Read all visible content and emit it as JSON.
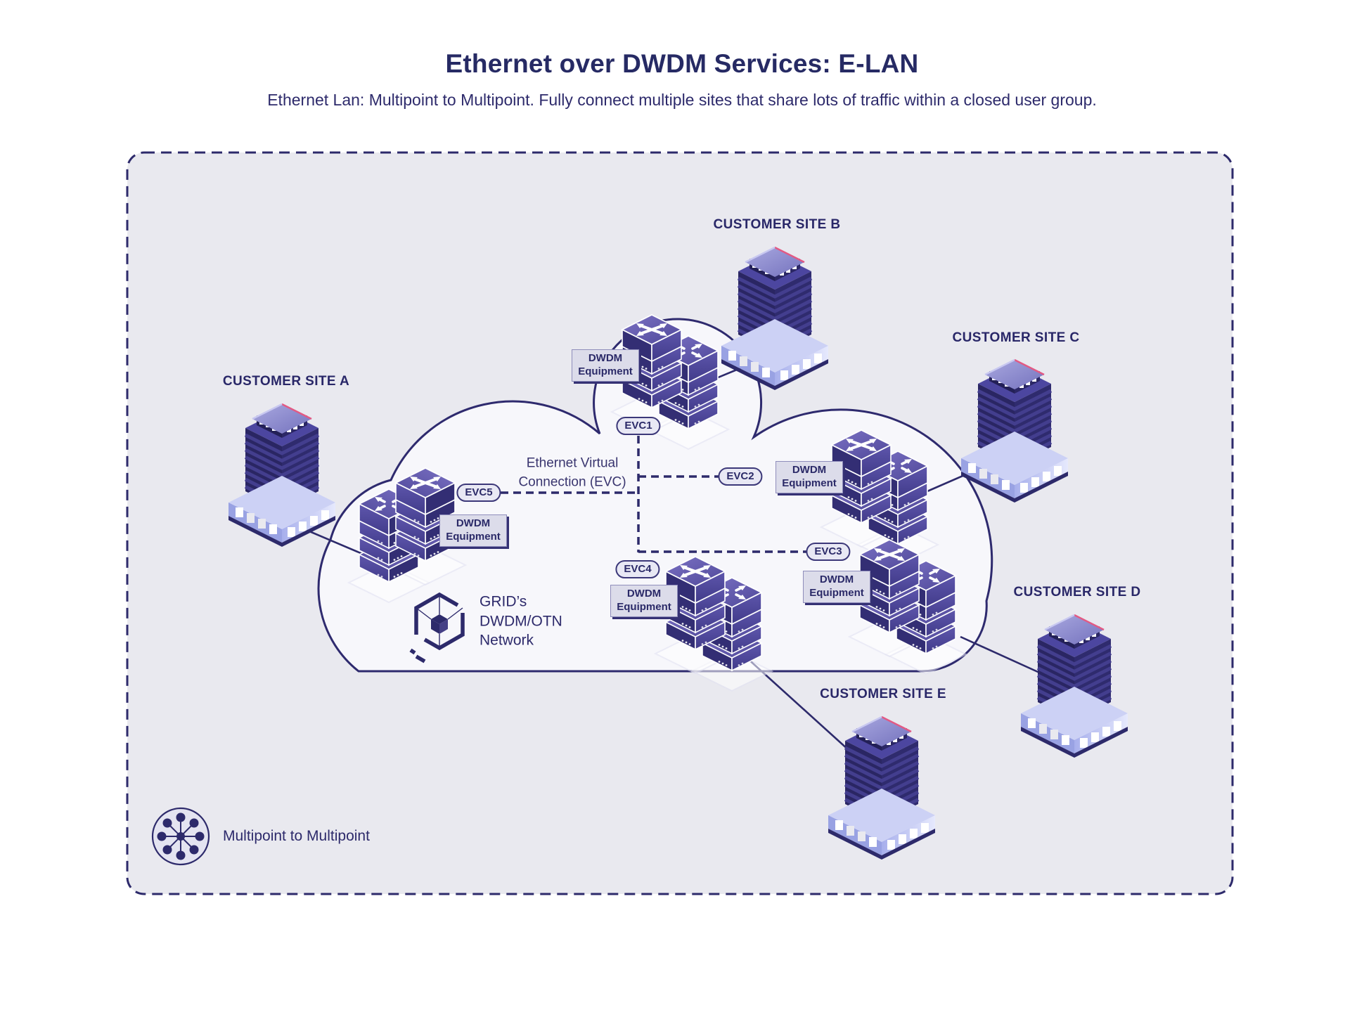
{
  "title": "Ethernet over DWDM Services: E-LAN",
  "subtitle": "Ethernet Lan: Multipoint to Multipoint. Fully connect multiple sites that share lots of traffic within a closed user group.",
  "sites": [
    {
      "label": "CUSTOMER SITE A"
    },
    {
      "label": "CUSTOMER SITE B"
    },
    {
      "label": "CUSTOMER SITE C"
    },
    {
      "label": "CUSTOMER SITE D"
    },
    {
      "label": "CUSTOMER SITE E"
    }
  ],
  "equipment_label": {
    "line1": "DWDM",
    "line2": "Equipment"
  },
  "evcs": [
    {
      "label": "EVC1"
    },
    {
      "label": "EVC2"
    },
    {
      "label": "EVC3"
    },
    {
      "label": "EVC4"
    },
    {
      "label": "EVC5"
    }
  ],
  "cloud_caption": {
    "line1": "Ethernet Virtual",
    "line2": "Connection (EVC)"
  },
  "network_label": {
    "line1": "GRID’s",
    "line2": "DWDM/OTN",
    "line3": "Network"
  },
  "legend": {
    "label": "Multipoint to Multipoint"
  },
  "colors": {
    "navy": "#2d2a6b",
    "panel": "#e9e9ef",
    "cloud": "#f7f7fb",
    "pill_bg": "#e8e8f4",
    "label_bg": "#dcdcea",
    "accent_pink": "#e25a84"
  }
}
